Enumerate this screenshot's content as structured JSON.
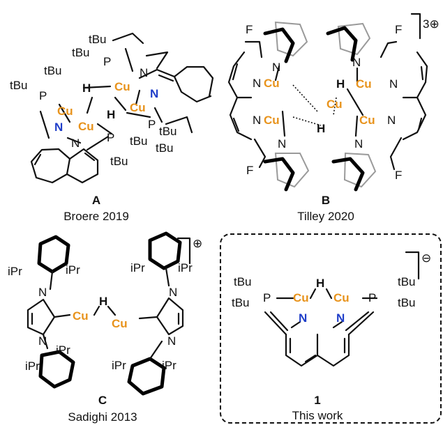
{
  "panels": {
    "A": {
      "letter": "A",
      "caption": "Broere 2019"
    },
    "B": {
      "letter": "B",
      "caption": "Tilley 2020",
      "charge": "3⊕"
    },
    "C": {
      "letter": "C",
      "caption": "Sadighi 2013",
      "charge": "⊕"
    },
    "one": {
      "letter": "1",
      "caption": "This work",
      "charge": "⊖"
    }
  },
  "atoms": {
    "cu": "Cu",
    "h": "H",
    "n": "N",
    "p": "P",
    "f": "F",
    "tbu": "tBu",
    "ipr": "iPr"
  },
  "colors": {
    "copper": "#e8931c",
    "nitrogen_highlight": "#1f3ec9",
    "bond": "#111111"
  }
}
